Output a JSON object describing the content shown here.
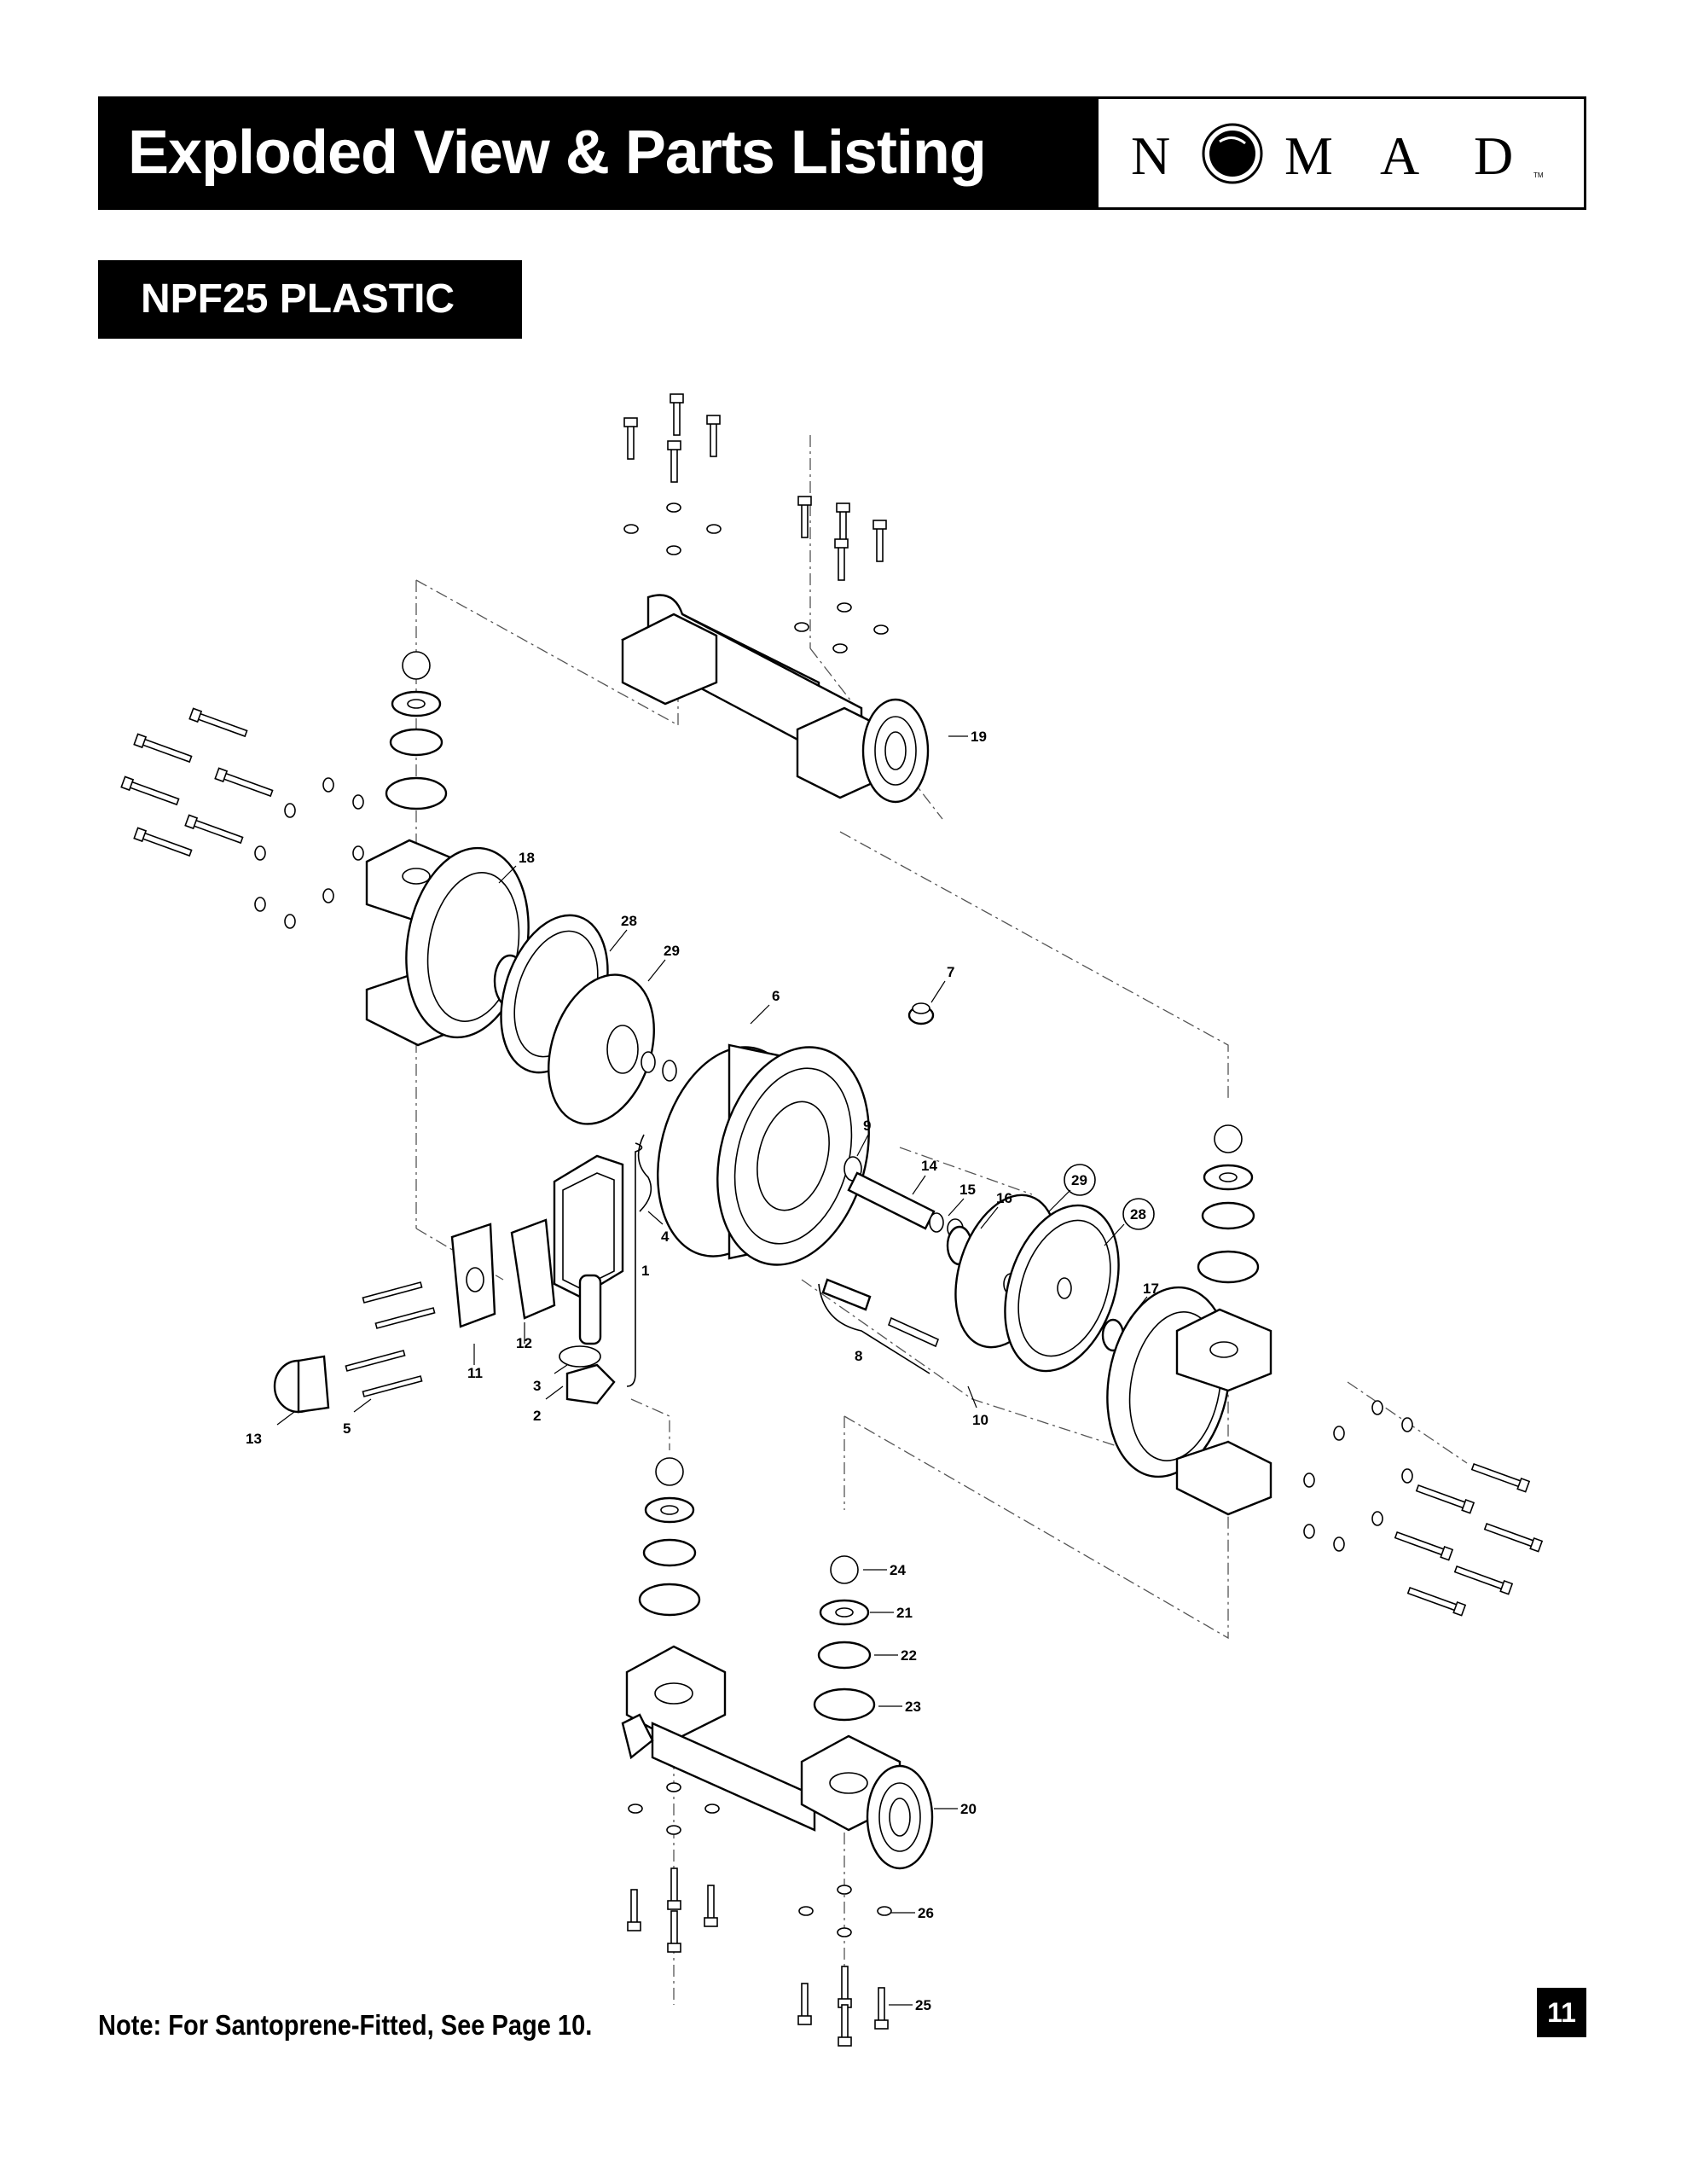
{
  "header": {
    "title": "Exploded View & Parts Listing",
    "brand": "NOMAD",
    "brand_letters": [
      "N",
      "M",
      "A",
      "D"
    ],
    "trademark": "TM"
  },
  "section": {
    "title": "NPF25 PLASTIC"
  },
  "callouts": {
    "p1": "1",
    "p2": "2",
    "p3": "3",
    "p4": "4",
    "p5": "5",
    "p6": "6",
    "p7": "7",
    "p8": "8",
    "p9": "9",
    "p10": "10",
    "p11": "11",
    "p12": "12",
    "p13": "13",
    "p14": "14",
    "p15": "15",
    "p16": "16",
    "p17": "17",
    "p18": "18",
    "p19": "19",
    "p20": "20",
    "p21": "21",
    "p22": "22",
    "p23": "23",
    "p24": "24",
    "p25": "25",
    "p26": "26",
    "p28a": "28",
    "p29a": "29",
    "p28b": "28",
    "p29b": "29"
  },
  "footer": {
    "note": "Note: For Santoprene-Fitted, See Page 10.",
    "page_number": "11"
  }
}
